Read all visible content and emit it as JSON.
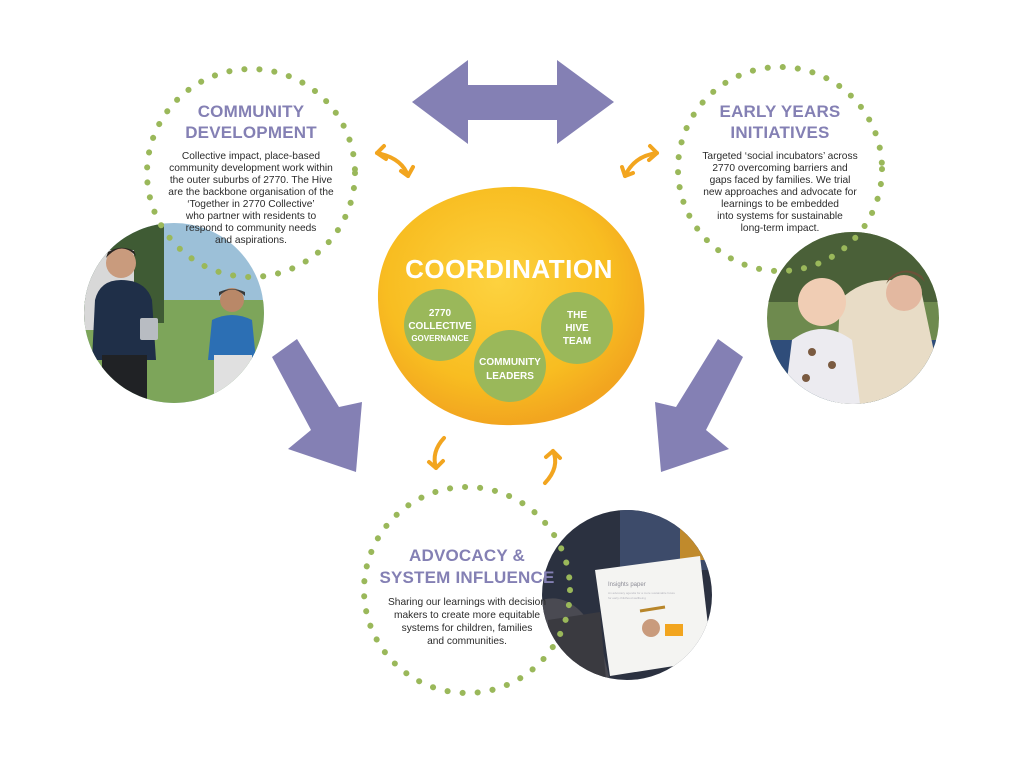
{
  "colors": {
    "accent_purple": "#8480b4",
    "accent_green": "#9ab85a",
    "accent_yellow": "#f7b81d",
    "accent_orange": "#f2a51f",
    "text_dark": "#2b2b2b",
    "white": "#ffffff"
  },
  "coordination": {
    "title": "COORDINATION",
    "bubbles": {
      "collective": {
        "line1": "2770",
        "line2": "COLLECTIVE",
        "line3": "GOVERNANCE"
      },
      "hive": {
        "line1": "THE",
        "line2": "HIVE",
        "line3": "TEAM"
      },
      "leaders": {
        "line1": "COMMUNITY",
        "line2": "LEADERS"
      }
    }
  },
  "community_development": {
    "title_line1": "COMMUNITY",
    "title_line2": "DEVELOPMENT",
    "body": [
      "Collective impact, place-based",
      "community development work within",
      "the outer suburbs of 2770. The Hive",
      "are the backbone organisation of the",
      "‘Together in 2770 Collective’",
      "who partner with residents to",
      "respond to community needs",
      "and aspirations."
    ],
    "photo_icon": "photo-man-and-boy"
  },
  "early_years": {
    "title_line1": "EARLY YEARS",
    "title_line2": "INITIATIVES",
    "body": [
      "Targeted ‘social incubators’ across",
      "2770 overcoming barriers and",
      "gaps faced by families. We trial",
      "new approaches and advocate for",
      "learnings to be embedded",
      "into systems for sustainable",
      "long-term impact."
    ],
    "photo_icon": "photo-woman-and-baby"
  },
  "advocacy": {
    "title_line1": "ADVOCACY &",
    "title_line2": "SYSTEM INFLUENCE",
    "body": [
      "Sharing our learnings with decision",
      "makers to create more equitable",
      "systems for children, families",
      "and communities."
    ],
    "photo_icon": "photo-insights-paper"
  },
  "photo_paper": {
    "heading": "Insights paper",
    "subtitle_line1": "An advocacy agenda for a more sustainable future",
    "subtitle_line2": "for early childhood wellbeing"
  }
}
